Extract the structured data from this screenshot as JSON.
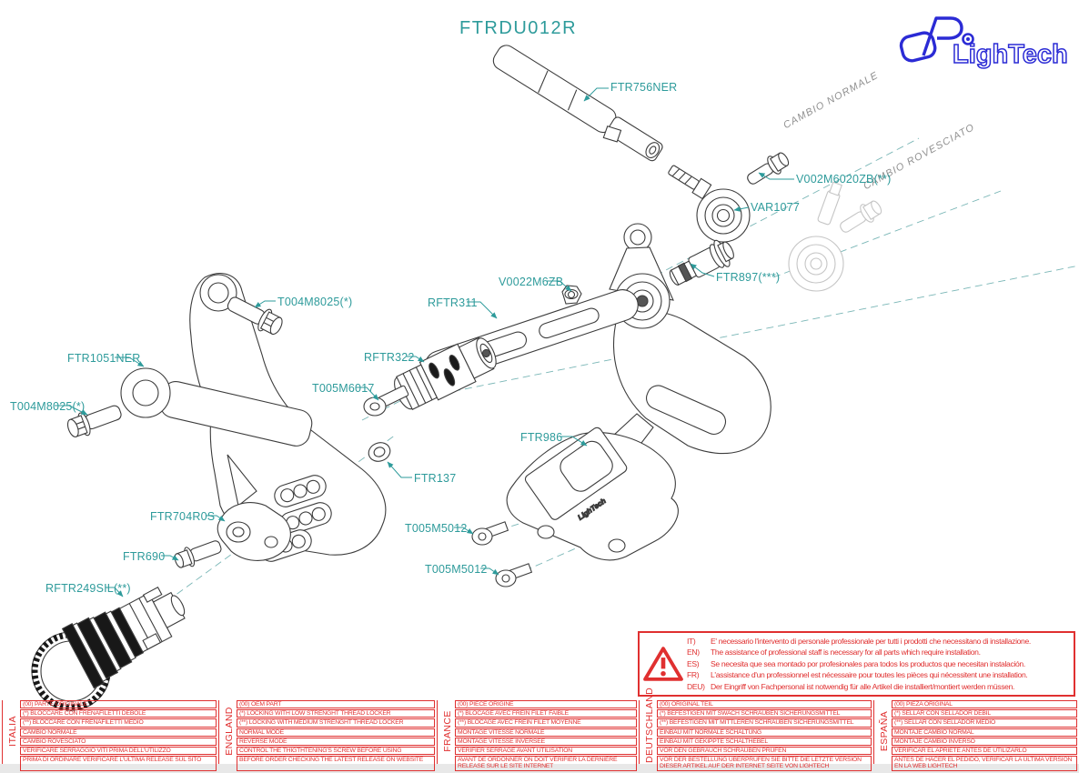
{
  "title": "FTRDU012R",
  "logo": {
    "brand": "LighTech"
  },
  "colors": {
    "label_teal": "#2e9b9b",
    "warning_red": "#e03030",
    "logo_blue": "#2b2bd5"
  },
  "watermarks": {
    "normal": "CAMBIO NORMALE",
    "reversed": "CAMBIO ROVESCIATO"
  },
  "heel_guard_engraving": "LighTech",
  "parts": [
    {
      "label": "FTR756NER"
    },
    {
      "label": "V002M6020ZB(**)"
    },
    {
      "label": "VAR1077"
    },
    {
      "label": "FTR897(***)"
    },
    {
      "label": "V0022M6ZB"
    },
    {
      "label": "RFTR311"
    },
    {
      "label": "T004M8025(*)"
    },
    {
      "label": "RFTR322"
    },
    {
      "label": "FTR1051NER"
    },
    {
      "label": "T005M6017"
    },
    {
      "label": "T004M8025(*)"
    },
    {
      "label": "FTR986"
    },
    {
      "label": "FTR137"
    },
    {
      "label": "FTR704R0S"
    },
    {
      "label": "T005M5012"
    },
    {
      "label": "FTR690"
    },
    {
      "label": "T005M5012"
    },
    {
      "label": "RFTR249SIL(**)"
    }
  ],
  "warning": {
    "lines": [
      {
        "code": "IT)",
        "text": "E' necessario l'intervento di personale professionale per tutti i prodotti che necessitano di installazione."
      },
      {
        "code": "EN)",
        "text": "The assistance of professional staff is necessary for all parts which require installation."
      },
      {
        "code": "ES)",
        "text": "Se necesita que sea montado por profesionales para todos los productos que necesitan instalación."
      },
      {
        "code": "FR)",
        "text": "L'assistance d'un professionnel est nécessaire pour toutes les pièces qui nécessitent une installation."
      },
      {
        "code": "DEU)",
        "text": "Der Eingriff von Fachpersonal ist notwendig  für alle Artikel die installiert/montiert werden müssen."
      }
    ]
  },
  "footer": {
    "tables": [
      {
        "lang": "ITALIA",
        "rows": [
          "(00) PARTE ORIGINALE",
          "(*)  BLOCCARE CON FRENAFILETTI DEBOLE",
          "(**) BLOCCARE CON FRENAFILETTI MEDIO",
          "CAMBIO NORMALE",
          "CAMBIO ROVESCIATO",
          "VERIFICARE SERRAGGIO VITI PRIMA DELL'UTILIZZO",
          "PRIMA DI ORDINARE VERIFICARE L'ULTIMA RELEASE SUL SITO"
        ]
      },
      {
        "lang": "ENGLAND",
        "rows": [
          "(00) OEM PART",
          "(*)  LOCKING WITH LOW STRENGHT THREAD LOCKER",
          "(**)  LOCKING WITH MEDIUM STRENGHT THREAD LOCKER",
          "NORMAL MODE",
          "REVERSE MODE",
          "CONTROL THE THIGTHTENING'S SCREW BEFORE USING",
          "BEFORE ORDER CHECKING THE LATEST RELEASE ON WEBSITE"
        ]
      },
      {
        "lang": "FRANCE",
        "rows": [
          "(00) PIECE ORIGINE",
          "(*)  BLOCAGE AVEC FREIN FILET FAIBLE",
          "(**)  BLOCAGE AVEC FREIN FILET MOYENNE",
          "MONTAGE VITESSE NORMALE",
          "MONTAGE VITESSE INVERSEE",
          "VERIFIER SERRAGE AVANT UTILISATION",
          "AVANT DE ORDONNER ON DOIT VÉRIFIER LA DERNIÈRE RELEASE SUR LE SITE INTERNET"
        ]
      },
      {
        "lang": "DEUTSCHLAND",
        "rows": [
          "(00) ORIGINAL TEIL",
          "(*)  BEFESTIGEN MIT SWACH SCHRAUBEN SICHERUNGSMITTEL",
          "(**)  BEFESTIGEN MIT MITTLEREN SCHRAUBEN SICHERUNGSMITTEL",
          "EINBAU MIT NORMALE SCHALTUNG",
          "EINBAU MIT GEKIPPTE SCHALTHEBEL",
          "VOR DEN GEBRAUCH SCHRAUBEN PRÜFEN",
          "VOR DER BESTELLUNG ÜBERPRÜFEN SIE BITTE DIE LETZTE VERSION DIESER ARTIKEL AUF DER INTERNET SEITE VON LIGHTECH"
        ]
      },
      {
        "lang": "ESPAÑA",
        "rows": [
          "(00) PIEZA ORIGINAL",
          "(*)  SELLAR CON SELLADOR DEBIL",
          "(**)  SELLAR CON SELLADOR MEDIO",
          "MONTAJE  CAMBIO NORMAL",
          "MONTAJE CAMBIO INVERSO",
          "VERIFICAR EL APRIETE ANTES DE UTILIZARLO",
          "ANTES DE HACER EL PEDIDO, VERIFICAR LA ULTIMA VERSION EN LA WEB LIGHTECH"
        ]
      }
    ]
  }
}
